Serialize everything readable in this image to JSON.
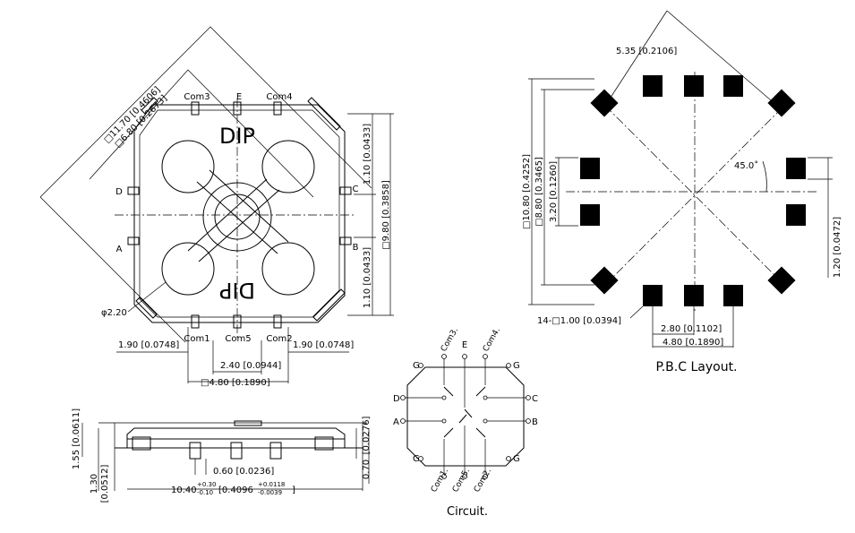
{
  "top_view": {
    "labels": {
      "com3": "Com3",
      "e": "E",
      "com4": "Com4",
      "d": "D",
      "c": "C",
      "a": "A",
      "b": "B",
      "com1": "Com1",
      "com5": "Com5",
      "com2": "Com2",
      "dip_top": "DIP",
      "dip_bottom": "DIP"
    },
    "dims": {
      "diag_outer": "□11.70 [0.4606]",
      "diag_inner": "□6.80 [0.2673]",
      "right_upper": "1.10 [0.0433]",
      "right_overall": "□9.80 [0.3858]",
      "right_lower": "1.10 [0.0433]",
      "phi": "φ2.20",
      "left_pitch": "1.90 [0.0748]",
      "right_pitch": "1.90 [0.0748]",
      "center_pitch": "2.40 [0.0944]",
      "overall_sq": "□4.80 [0.1890]"
    }
  },
  "side_view": {
    "dims": {
      "height_total": "1.55 [0.0611]",
      "base_a": "1.30",
      "base_b": "[0.0512]",
      "lead_width": "0.60 [0.0236]",
      "length_main": "10.40",
      "length_tol_plus": "+0.30",
      "length_tol_minus": "-0.10",
      "length_in": "[0.4096",
      "length_in_tol_plus": "+0.0118",
      "length_in_tol_minus": "-0.0039",
      "length_close": "]",
      "right_upper": "[0.0276]",
      "right_lower": "0.70"
    }
  },
  "circuit": {
    "title": "Circuit.",
    "labels": {
      "com3": "Com3.",
      "e": "E",
      "com4": "Com4.",
      "g1": "G",
      "g2": "G",
      "g3": "G",
      "g4": "G",
      "d": "D",
      "c": "C",
      "a": "A",
      "b": "B",
      "com1": "Com1.",
      "com5": "Com5.",
      "com2": "Com2."
    }
  },
  "pcb_layout": {
    "title": "P.B.C Layout.",
    "dims": {
      "top": "5.35 [0.2106]",
      "angle": "45.0˚",
      "left_outer": "□10.80 [0.4252]",
      "left_mid": "□8.80 [0.3465]",
      "left_inner": "3.20 [0.1260]",
      "right": "1.20 [0.0472]",
      "pad_size": "14-□1.00 [0.0394]",
      "pitch_a": "2.80 [0.1102]",
      "pitch_b": "4.80 [0.1890]"
    }
  }
}
